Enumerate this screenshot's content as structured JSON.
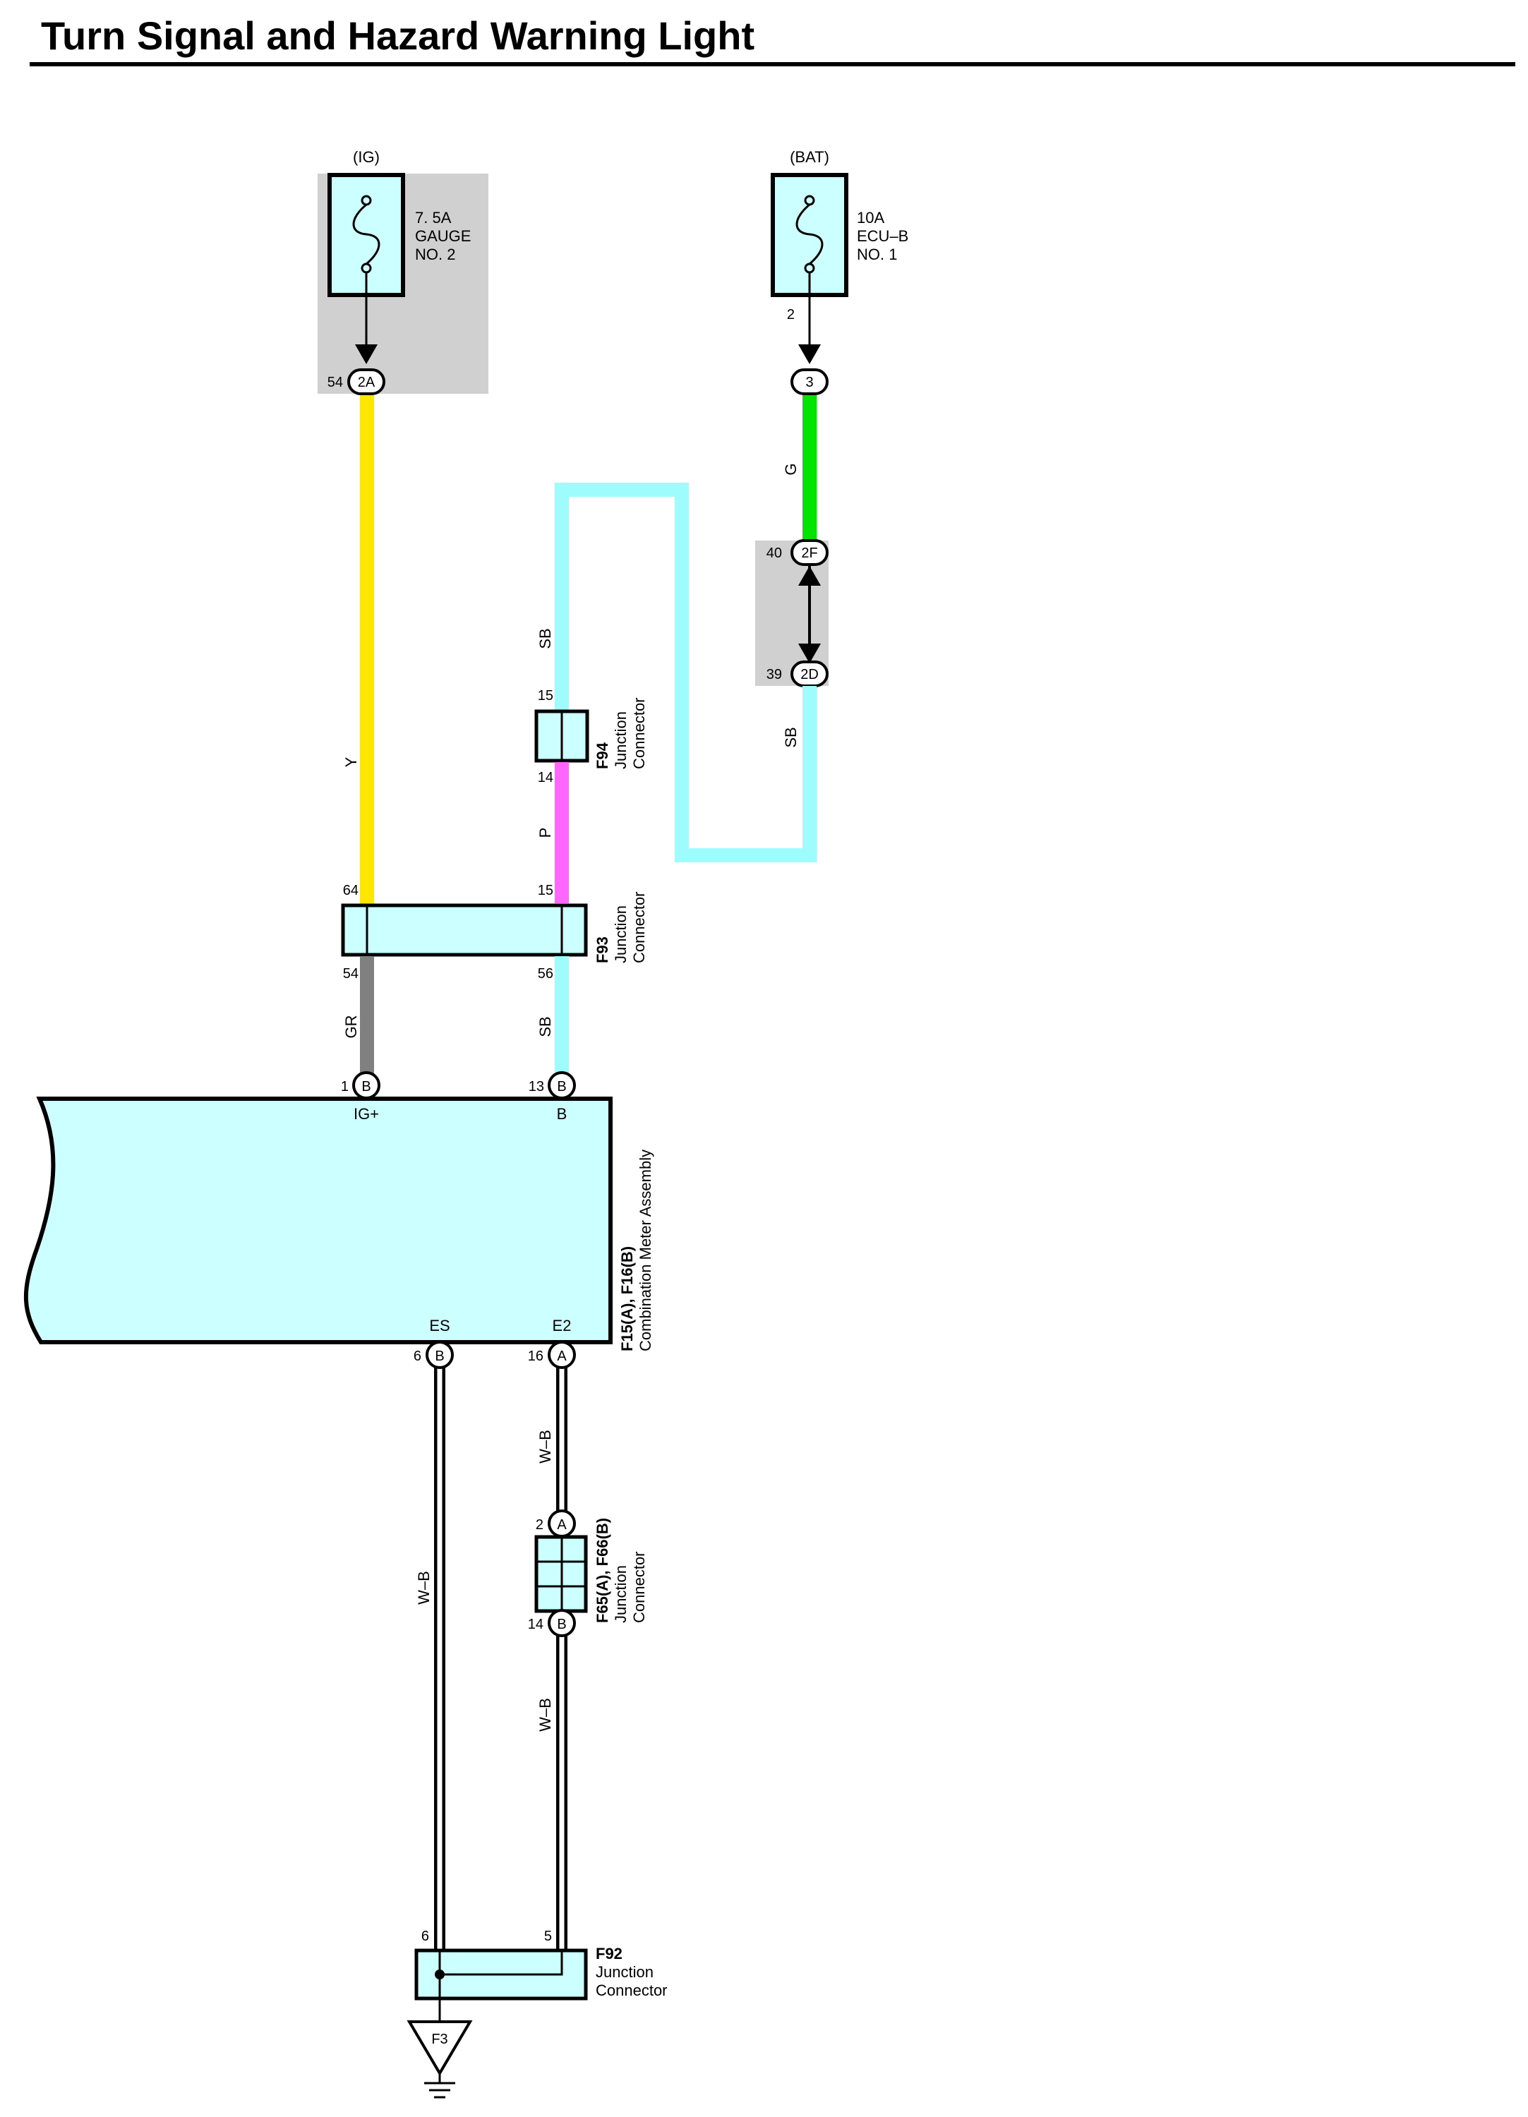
{
  "title": "Turn Signal and Hazard Warning Light",
  "fuses": {
    "gauge": {
      "supply": "(IG)",
      "rating": "7. 5A",
      "name1": "GAUGE",
      "name2": "NO. 2",
      "pin_out": "54",
      "connector": "2A"
    },
    "ecub": {
      "supply": "(BAT)",
      "rating": "10A",
      "name1": "ECU–B",
      "name2": "NO. 1",
      "pin_out": "2",
      "connector": "3"
    }
  },
  "wires": {
    "y": "Y",
    "g": "G",
    "sb_top": "SB",
    "sb_right": "SB",
    "p": "P",
    "gr": "GR",
    "sb_low": "SB",
    "wb_right1": "W–B",
    "wb_left": "W–B",
    "wb_right2": "W–B"
  },
  "junction_2f_2d": {
    "pin_top": "40",
    "conn_top": "2F",
    "pin_bottom": "39",
    "conn_bottom": "2D"
  },
  "connectors": {
    "f94": {
      "id": "F94",
      "name1": "Junction",
      "name2": "Connector",
      "pin_top": "15",
      "pin_bottom": "14"
    },
    "f93": {
      "id": "F93",
      "name1": "Junction",
      "name2": "Connector",
      "pin_top_left": "64",
      "pin_top_right": "15",
      "pin_bottom_left": "54",
      "pin_bottom_right": "56"
    },
    "f65": {
      "id": "F65(A), F66(B)",
      "name1": "Junction",
      "name2": "Connector",
      "pin_top": "2",
      "conn_top": "A",
      "pin_bottom": "14",
      "conn_bottom": "B"
    },
    "f92": {
      "id": "F92",
      "name1": "Junction",
      "name2": "Connector",
      "pin_left": "6",
      "pin_right": "5"
    }
  },
  "meter": {
    "id": "F15(A), F16(B)",
    "name": "Combination Meter Assembly",
    "terminals": {
      "igp": {
        "pin": "1",
        "conn": "B",
        "label": "IG+"
      },
      "b": {
        "pin": "13",
        "conn": "B",
        "label": "B"
      },
      "es": {
        "pin": "6",
        "conn": "B",
        "label": "ES"
      },
      "e2": {
        "pin": "16",
        "conn": "A",
        "label": "E2"
      }
    }
  },
  "ground": {
    "id": "F3"
  },
  "colors": {
    "yellow": "#ffe600",
    "green": "#00e400",
    "skyblue": "#9ffcfc",
    "pink": "#ff66ff",
    "gray": "#808080",
    "component_fill": "#ccffff",
    "shade": "#d0d0d0"
  }
}
